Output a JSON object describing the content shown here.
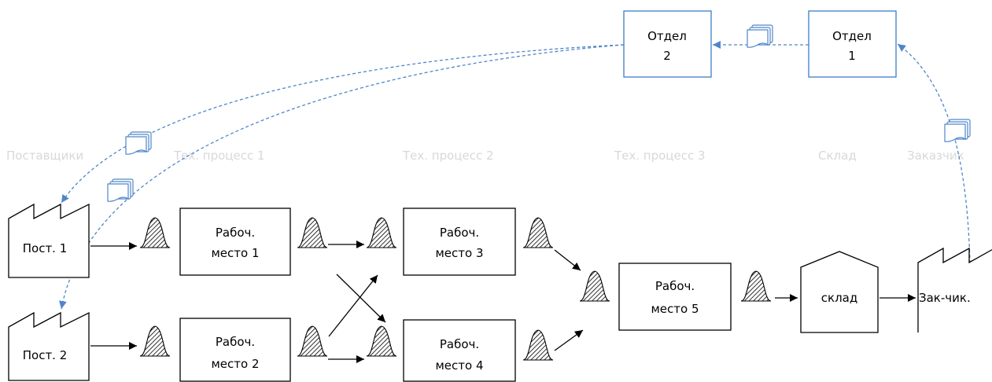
{
  "colors": {
    "info_flow": "#4f86c9",
    "department_border": "#3d7cc9",
    "lane_label": "#d8d8d8",
    "material_flow": "#000000"
  },
  "icons": [
    "factory-icon",
    "warehouse-icon",
    "inventory-icon",
    "document-stack-icon"
  ],
  "lanes": [
    "Поставщики",
    "Тех. процесс 1",
    "Тех. процесс 2",
    "Тех. процесс 3",
    "Склад",
    "Заказчик"
  ],
  "departments": {
    "dept1": {
      "line1": "Отдел",
      "line2": "1"
    },
    "dept2": {
      "line1": "Отдел",
      "line2": "2"
    }
  },
  "suppliers": {
    "sup1": "Пост. 1",
    "sup2": "Пост. 2"
  },
  "workstations": {
    "ws1": {
      "line1": "Рабоч.",
      "line2": "место 1"
    },
    "ws2": {
      "line1": "Рабоч.",
      "line2": "место 2"
    },
    "ws3": {
      "line1": "Рабоч.",
      "line2": "место 3"
    },
    "ws4": {
      "line1": "Рабоч.",
      "line2": "место 4"
    },
    "ws5": {
      "line1": "Рабоч.",
      "line2": "место 5"
    }
  },
  "warehouse": "склад",
  "customer": "Зак-чик."
}
